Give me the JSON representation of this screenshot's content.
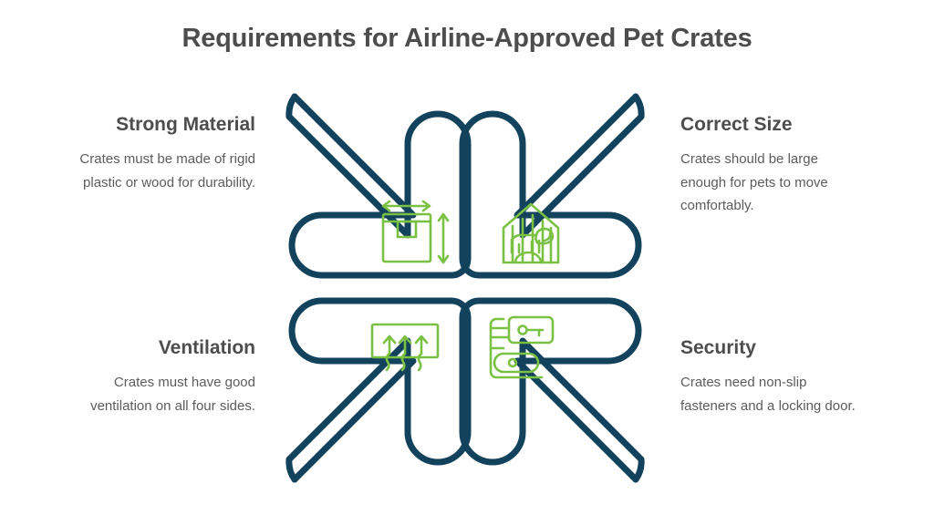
{
  "page": {
    "title": "Requirements for Airline-Approved Pet Crates",
    "background_color": "#ffffff",
    "title_color": "#4d4d4d",
    "heading_color": "#4d4d4d",
    "body_color": "#5c5c5c",
    "arrow_color": "#13435c",
    "icon_color": "#7ac143"
  },
  "blocks": [
    {
      "id": "strong-material",
      "heading": "Strong Material",
      "body": "Crates must be made of rigid plastic or wood for durability.",
      "icon": "package-box-dimensions-icon",
      "align": "right",
      "quadrant": "top-left"
    },
    {
      "id": "correct-size",
      "heading": "Correct Size",
      "body": "Crates should be large enough for pets to move comfortably.",
      "icon": "dog-house-icon",
      "align": "left",
      "quadrant": "top-right"
    },
    {
      "id": "ventilation",
      "heading": "Ventilation",
      "body": "Crates must have good ventilation on all four sides.",
      "icon": "vent-airflow-icon",
      "align": "right",
      "quadrant": "bottom-left"
    },
    {
      "id": "security",
      "heading": "Security",
      "body": "Crates need non-slip fasteners and a locking door.",
      "icon": "lock-latch-key-icon",
      "align": "left",
      "quadrant": "bottom-right"
    }
  ],
  "graphic": {
    "name": "four-converging-arrows",
    "arrow_count": 4,
    "description": "Four outlined arrows pointing inward toward the center, one per quadrant"
  }
}
